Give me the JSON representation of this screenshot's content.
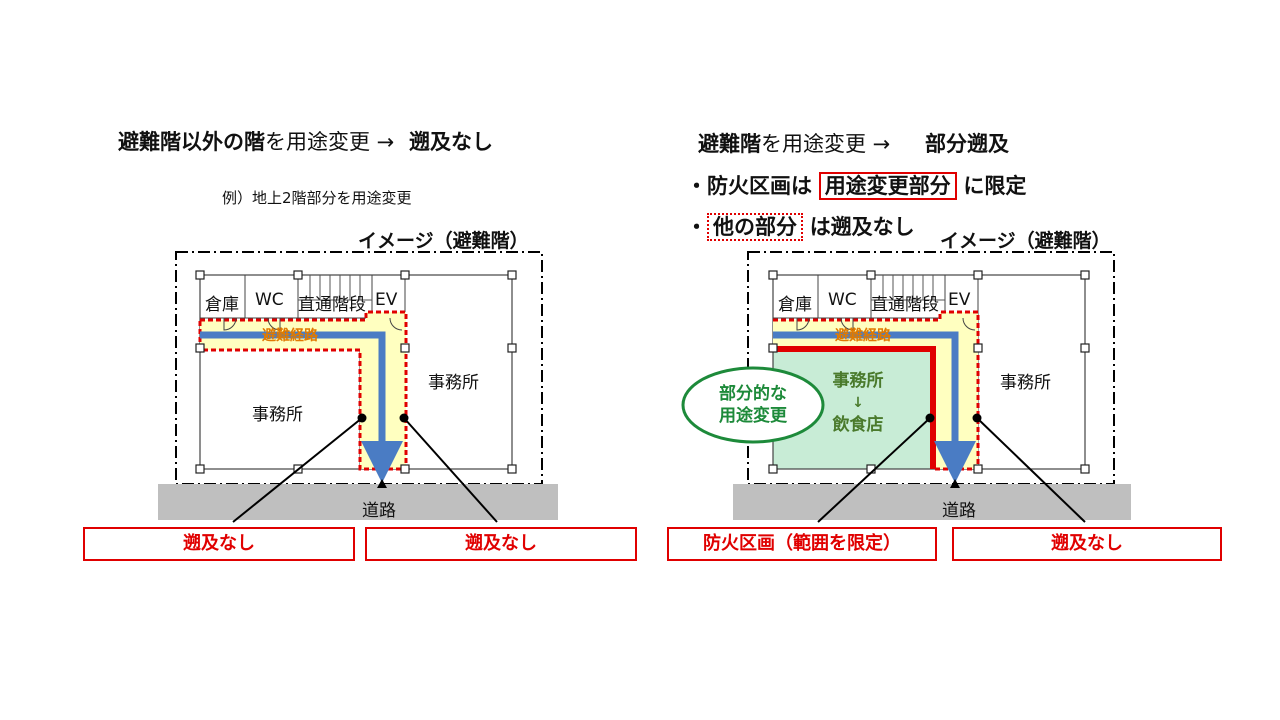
{
  "left": {
    "title_bold": "避難階以外の階",
    "title_rest": "を用途変更 →",
    "title_result": "遡及なし",
    "example": "例）地上2階部分を用途変更",
    "image_label": "イメージ（避難階）",
    "rooms": {
      "storage": "倉庫",
      "wc": "WC",
      "stairs": "直通階段",
      "ev": "EV"
    },
    "route": "避難経路",
    "office_left": "事務所",
    "office_right": "事務所",
    "road": "道路",
    "notes": [
      "遡及なし",
      "遡及なし"
    ]
  },
  "right": {
    "title_bold": "避難階",
    "title_rest": "を用途変更 →",
    "title_result": "部分遡及",
    "bullet1_pre": "・防火区画は",
    "bullet1_boxed": "用途変更部分",
    "bullet1_post": "に限定",
    "bullet2_pre": "・",
    "bullet2_boxed": "他の部分",
    "bullet2_post": "は遡及なし",
    "image_label": "イメージ（避難階）",
    "rooms": {
      "storage": "倉庫",
      "wc": "WC",
      "stairs": "直通階段",
      "ev": "EV"
    },
    "route": "避難経路",
    "changed_from": "事務所",
    "changed_arrow": "↓",
    "changed_to": "飲食店",
    "office_right": "事務所",
    "partial_line1": "部分的な",
    "partial_line2": "用途変更",
    "road": "道路",
    "notes": [
      "防火区画（範囲を限定）",
      "遡及なし"
    ]
  },
  "colors": {
    "red": "#e00000",
    "route_yellow": "#ffffc0",
    "change_green": "#c8ecd6",
    "arrow_blue": "#4a7cc4",
    "road_gray": "#bfbfbf"
  }
}
